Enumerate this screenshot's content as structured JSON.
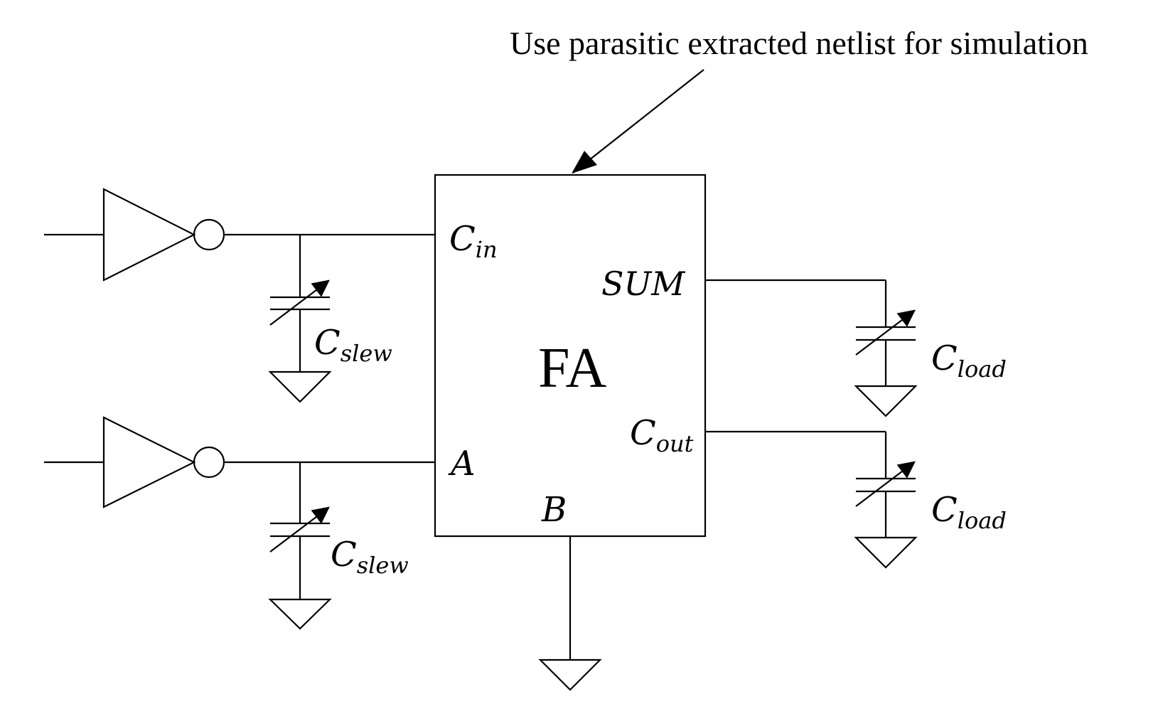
{
  "annotation": "Use parasitic extracted netlist for simulation",
  "block": {
    "label": "FA",
    "pins": {
      "cin": {
        "base": "C",
        "sub": "in"
      },
      "a": {
        "base": "A"
      },
      "b": {
        "base": "B"
      },
      "sum": {
        "base": "SUM"
      },
      "cout": {
        "base": "C",
        "sub": "out"
      }
    }
  },
  "capacitors": [
    {
      "base": "C",
      "sub": "slew"
    },
    {
      "base": "C",
      "sub": "slew"
    },
    {
      "base": "C",
      "sub": "load"
    },
    {
      "base": "C",
      "sub": "load"
    }
  ]
}
